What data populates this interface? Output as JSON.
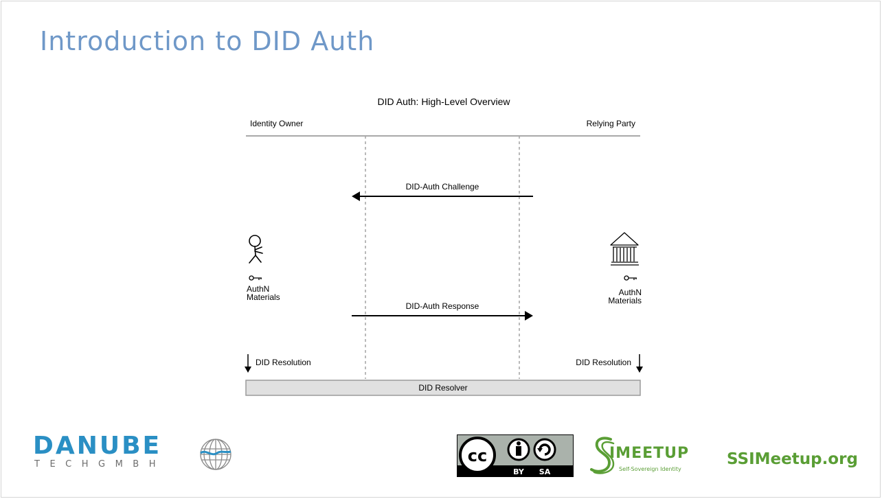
{
  "slide": {
    "title": "Introduction to DID Auth"
  },
  "diagram": {
    "title": "DID Auth: High-Level Overview",
    "left_actor": "Identity Owner",
    "right_actor": "Relying Party",
    "challenge_label": "DID-Auth Challenge",
    "response_label": "DID-Auth Response",
    "left_materials_line1": "AuthN",
    "left_materials_line2": "Materials",
    "right_materials_line1": "AuthN",
    "right_materials_line2": "Materials",
    "left_resolution": "DID Resolution",
    "right_resolution": "DID Resolution",
    "resolver": "DID Resolver",
    "icons": [
      "person-icon",
      "bank-building-icon",
      "key-icon"
    ]
  },
  "footer": {
    "danube_word": "DANUBE",
    "danube_sub": "TECHGMBH",
    "cc_by": "BY",
    "cc_sa": "SA",
    "cc_badge_text": "cc",
    "ssi_word": "IMEETUP",
    "ssi_tagline": "Self-Sovereign Identity",
    "ssi_url": "SSIMeetup.org",
    "colors": {
      "title": "#6f98c8",
      "danube_blue": "#2a8fc4",
      "ssi_green": "#5a9e35"
    }
  }
}
